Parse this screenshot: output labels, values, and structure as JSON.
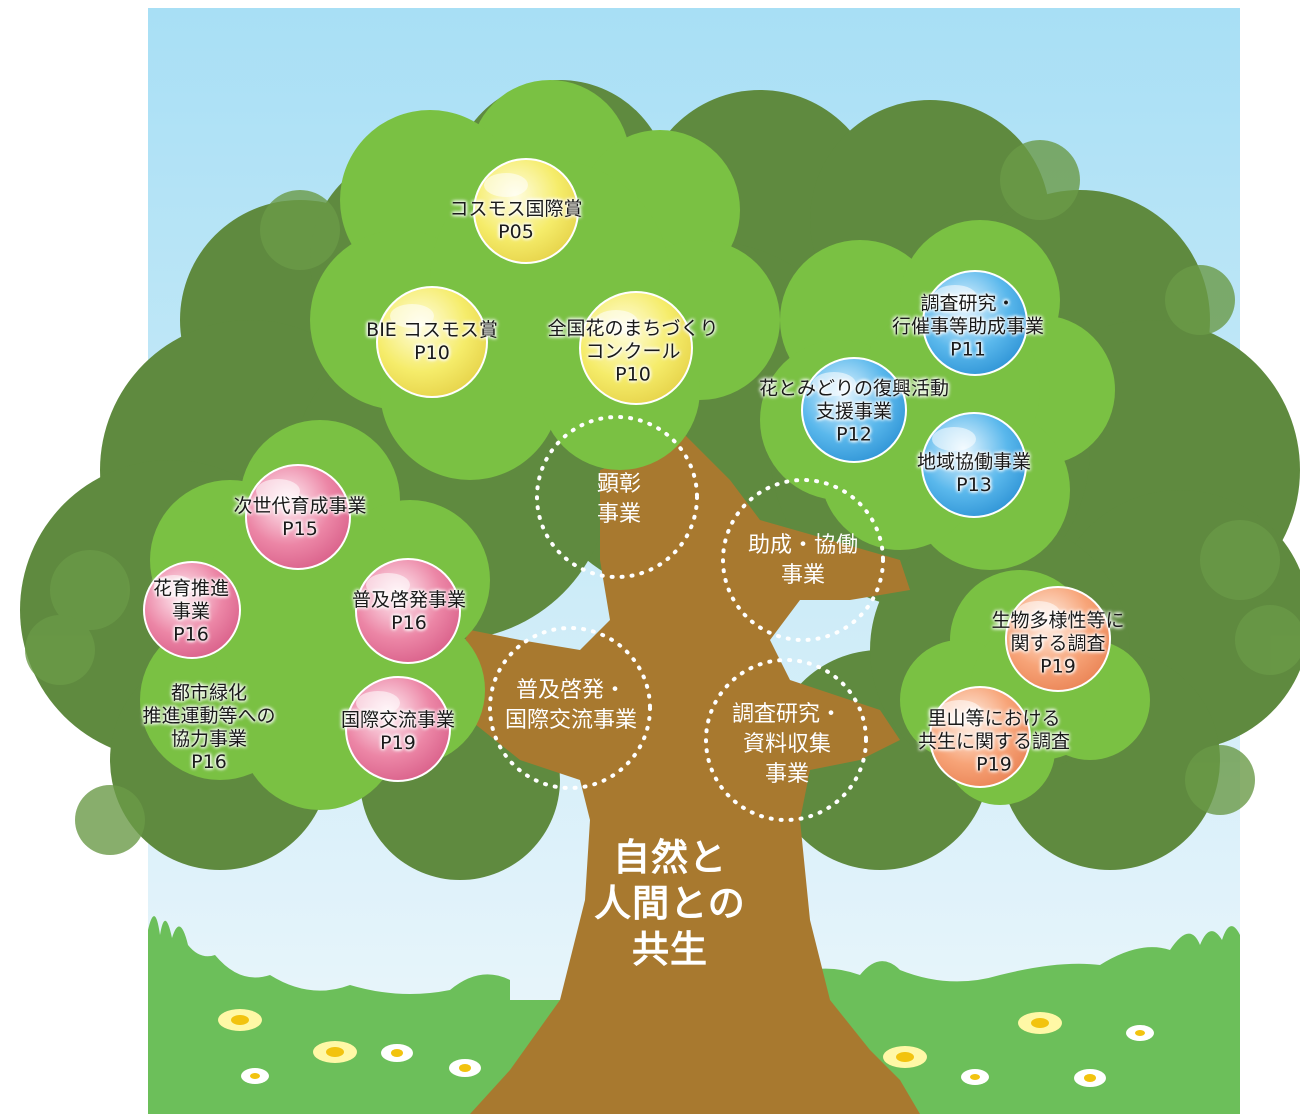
{
  "colors": {
    "sky_top": "#a8dff5",
    "sky_bottom": "#eef7fb",
    "dark_foliage": "#5f8a3f",
    "light_foliage": "#7ac143",
    "trunk": "#a8792f",
    "grass": "#6cbf5a",
    "yellow_bubble": "#f5ec6a",
    "blue_bubble": "#5ab8ec",
    "pink_bubble": "#ec86a6",
    "orange_bubble": "#f7a478"
  },
  "center": {
    "lines": [
      "自然と",
      "人間との",
      "共生"
    ]
  },
  "categories": [
    {
      "id": "kensho",
      "lines": [
        "顕彰",
        "事業"
      ]
    },
    {
      "id": "josei",
      "lines": [
        "助成・協働",
        "事業"
      ]
    },
    {
      "id": "fukyu",
      "lines": [
        "普及啓発・",
        "国際交流事業"
      ]
    },
    {
      "id": "chosa",
      "lines": [
        "調査研究・",
        "資料収集",
        "事業"
      ]
    }
  ],
  "projects": [
    {
      "id": "cosmos-prize",
      "lines": [
        "コスモス国際賞",
        "P05"
      ],
      "color": "yellow"
    },
    {
      "id": "bie-cosmos",
      "lines": [
        "BIE コスモス賞",
        "P10"
      ],
      "color": "yellow"
    },
    {
      "id": "flower-town",
      "lines": [
        "全国花のまちづくり",
        "コンクール",
        "P10"
      ],
      "color": "yellow"
    },
    {
      "id": "research-grant",
      "lines": [
        "調査研究・",
        "行催事等助成事業",
        "P11"
      ],
      "color": "blue"
    },
    {
      "id": "recovery",
      "lines": [
        "花とみどりの復興活動",
        "支援事業",
        "P12"
      ],
      "color": "blue"
    },
    {
      "id": "regional",
      "lines": [
        "地域協働事業",
        "P13"
      ],
      "color": "blue"
    },
    {
      "id": "next-gen",
      "lines": [
        "次世代育成事業",
        "P15"
      ],
      "color": "pink"
    },
    {
      "id": "flower-edu",
      "lines": [
        "花育推進",
        "事業",
        "P16"
      ],
      "color": "pink"
    },
    {
      "id": "awareness",
      "lines": [
        "普及啓発事業",
        "P16"
      ],
      "color": "pink"
    },
    {
      "id": "urban-green",
      "lines": [
        "都市緑化",
        "推進運動等への",
        "協力事業",
        "P16"
      ],
      "color": "pink"
    },
    {
      "id": "intl-exchange",
      "lines": [
        "国際交流事業",
        "P19"
      ],
      "color": "pink"
    },
    {
      "id": "biodiversity",
      "lines": [
        "生物多様性等に",
        "関する調査",
        "P19"
      ],
      "color": "orange"
    },
    {
      "id": "satoyama",
      "lines": [
        "里山等における",
        "共生に関する調査",
        "P19"
      ],
      "color": "orange"
    }
  ]
}
